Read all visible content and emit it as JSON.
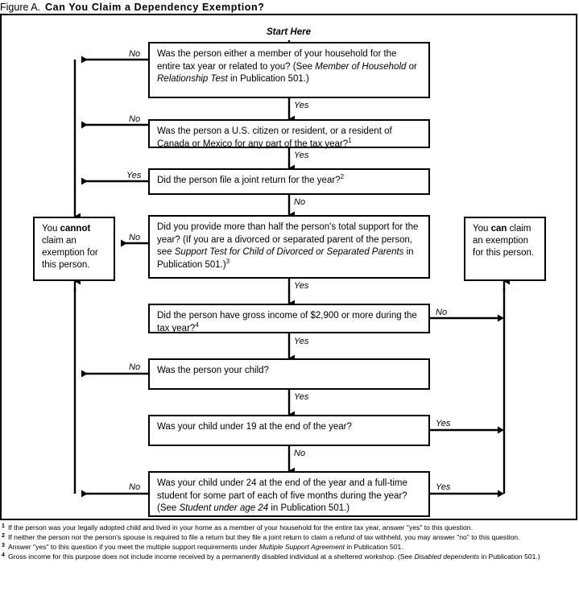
{
  "figure": {
    "label": "Figure A.",
    "title": "Can You Claim a Dependency Exemption?"
  },
  "start_label": "Start Here",
  "nodes": {
    "q1": {
      "id": "household-or-relationship",
      "text_plain": "Was the person either a member of your household for the entire tax year or related to you? (See Member of Household or Relationship Test in Publication 501.)",
      "parts": [
        {
          "t": "Was the person either a member of your household for the entire tax year or related to you? (See ",
          "style": "normal"
        },
        {
          "t": "Member of Household",
          "style": "italic"
        },
        {
          "t": " or ",
          "style": "normal"
        },
        {
          "t": "Relationship Test",
          "style": "italic"
        },
        {
          "t": " in Publication 501.)",
          "style": "normal"
        }
      ]
    },
    "q2": {
      "id": "citizen-or-resident",
      "text_plain": "Was the person a U.S. citizen or resident, or a resident of Canada or Mexico for any part of the tax year?",
      "parts": [
        {
          "t": "Was the person a U.S. citizen or resident, or a resident of Canada or Mexico for any part of the tax year?",
          "style": "normal"
        },
        {
          "t": "1",
          "style": "sup"
        }
      ]
    },
    "q3": {
      "id": "joint-return",
      "text_plain": "Did the person file a joint return for the year?",
      "parts": [
        {
          "t": "Did the person file a joint return for the year?",
          "style": "normal"
        },
        {
          "t": "2",
          "style": "sup"
        }
      ]
    },
    "q4": {
      "id": "support-test",
      "text_plain": "Did you provide more than half the person's total support for the year? (If you are a divorced or separated parent of the person, see Support Test for Child of Divorced or Separated Parents in Publication 501.)",
      "parts": [
        {
          "t": "Did you provide more than half the person's total support for the year? (If you are a divorced or separated parent of the person, see ",
          "style": "normal"
        },
        {
          "t": "Support Test for Child of Divorced or Separated Parents",
          "style": "italic"
        },
        {
          "t": " in Publication 501.)",
          "style": "normal"
        },
        {
          "t": "3",
          "style": "sup"
        }
      ]
    },
    "q5": {
      "id": "gross-income",
      "text_plain": "Did the person have gross income of $2,900 or more during the tax year?",
      "parts": [
        {
          "t": "Did the person have gross income of $2,900 or more during the tax year?",
          "style": "normal"
        },
        {
          "t": "4",
          "style": "sup"
        }
      ]
    },
    "q6": {
      "id": "person-your-child",
      "text_plain": "Was the person your child?",
      "parts": [
        {
          "t": "Was the person your child?",
          "style": "normal"
        }
      ]
    },
    "q7": {
      "id": "child-under-19",
      "text_plain": "Was your child under 19 at the end of the year?",
      "parts": [
        {
          "t": "Was your child under 19 at the end of the year?",
          "style": "normal"
        }
      ]
    },
    "q8": {
      "id": "child-under-24-student",
      "text_plain": "Was your child under 24 at the end of the year and a full-time student for some part of each of five months during the year? (See Student under age 24 in Publication 501.)",
      "parts": [
        {
          "t": "Was your child under 24 at the end of the year and a full-time student for some part of each of five months during the year? (See ",
          "style": "normal"
        },
        {
          "t": "Student under age 24",
          "style": "italic"
        },
        {
          "t": " in Publication 501.)",
          "style": "normal"
        }
      ]
    },
    "cannot": {
      "id": "cannot-claim",
      "text_plain": "You cannot claim an exemption for this person.",
      "parts": [
        {
          "t": "You ",
          "style": "normal"
        },
        {
          "t": "cannot",
          "style": "bold"
        },
        {
          "t": " claim an exemption for this person.",
          "style": "normal"
        }
      ]
    },
    "can": {
      "id": "can-claim",
      "text_plain": "You can claim an exemption for this person.",
      "parts": [
        {
          "t": "You ",
          "style": "normal"
        },
        {
          "t": "can",
          "style": "bold"
        },
        {
          "t": " claim an exemption for this person.",
          "style": "normal"
        }
      ]
    }
  },
  "edge_labels": {
    "q1_no": "No",
    "q1_yes": "Yes",
    "q2_no": "No",
    "q2_yes": "Yes",
    "q3_yes": "Yes",
    "q3_no": "No",
    "q4_no": "No",
    "q4_yes": "Yes",
    "q5_no": "No",
    "q5_yes": "Yes",
    "q6_no": "No",
    "q6_yes": "Yes",
    "q7_yes": "Yes",
    "q7_no": "No",
    "q8_no": "No",
    "q8_yes": "Yes"
  },
  "footnotes": [
    {
      "num": "1",
      "text_plain": "If the person was your legally adopted child and lived in your home as a member of your household for the entire tax year, answer \"yes\" to this question.",
      "parts": [
        {
          "t": "If the person was your legally adopted child and lived in your home as a member of your household for the entire tax year, answer \"yes\" to this question.",
          "style": "normal"
        }
      ]
    },
    {
      "num": "2",
      "text_plain": "If neither the person nor the person's spouse is required to file a return but they file a joint return to claim a refund of tax withheld, you may answer \"no\" to this question.",
      "parts": [
        {
          "t": "If neither the person nor the person's spouse is required to file a return but they file a joint return to claim a refund of tax withheld, you may answer \"no\" to this question.",
          "style": "normal"
        }
      ]
    },
    {
      "num": "3",
      "text_plain": "Answer \"yes\" to this question if you meet the multiple support requirements under Multiple Support Agreement in Publication 501.",
      "parts": [
        {
          "t": "Answer \"yes\" to this question if you meet the multiple support requirements under ",
          "style": "normal"
        },
        {
          "t": "Multiple Support Agreement",
          "style": "italic"
        },
        {
          "t": " in Publication 501.",
          "style": "normal"
        }
      ]
    },
    {
      "num": "4",
      "text_plain": "Gross income for this purpose does not include income received by a permanently disabled individual at a sheltered workshop. (See Disabled dependents in Publication 501.)",
      "parts": [
        {
          "t": "Gross income for this purpose does not include income received by a permanently disabled individual at a sheltered workshop. (See ",
          "style": "normal"
        },
        {
          "t": "Disabled dependents",
          "style": "italic"
        },
        {
          "t": " in Publication 501.)",
          "style": "normal"
        }
      ]
    }
  ],
  "colors": {
    "ink": "#000000",
    "paper": "#ffffff"
  }
}
